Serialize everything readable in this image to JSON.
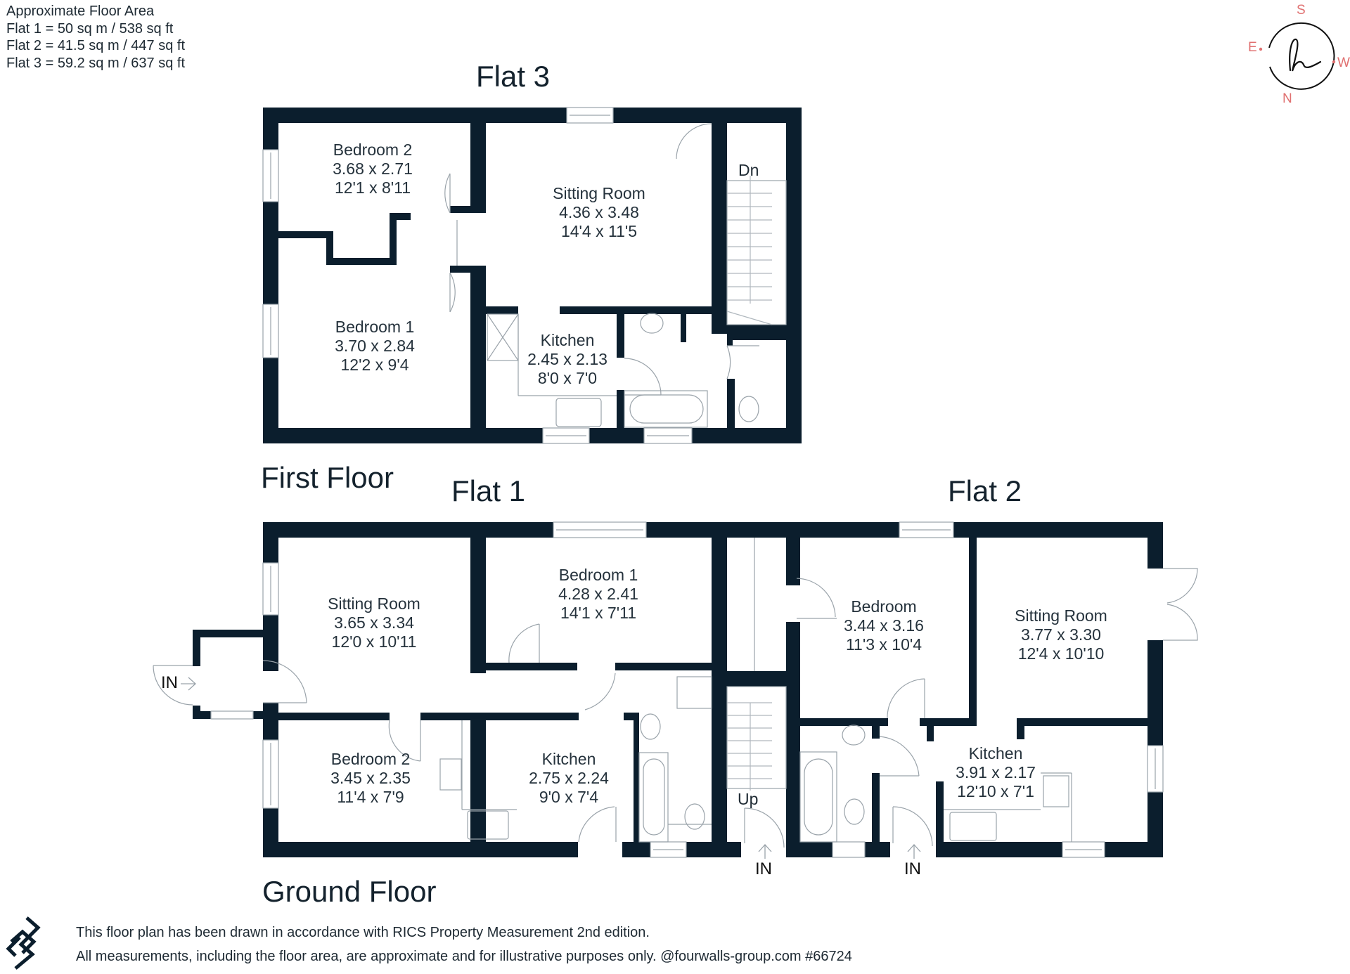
{
  "floor_area": {
    "heading": "Approximate Floor Area",
    "lines": [
      "Flat 1 = 50 sq m / 538 sq ft",
      "Flat 2 = 41.5 sq m / 447 sq ft",
      "Flat 3 = 59.2 sq m / 637 sq ft"
    ]
  },
  "compass": {
    "top": "S",
    "left": "E",
    "right": "W",
    "bottom": "N",
    "accent_color": "#e07070",
    "logo_glyph": "h"
  },
  "first_floor": {
    "label": "First Floor",
    "flat3": {
      "title": "Flat 3",
      "stairs_label": "Dn",
      "rooms": [
        {
          "name": "Bedroom 2",
          "metric": "3.68 x 2.71",
          "imperial": "12'1 x 8'11"
        },
        {
          "name": "Sitting Room",
          "metric": "4.36 x 3.48",
          "imperial": "14'4 x 11'5"
        },
        {
          "name": "Bedroom 1",
          "metric": "3.70 x 2.84",
          "imperial": "12'2 x 9'4"
        },
        {
          "name": "Kitchen",
          "metric": "2.45 x 2.13",
          "imperial": "8'0 x 7'0"
        }
      ]
    }
  },
  "ground_floor": {
    "label": "Ground Floor",
    "flat1": {
      "title": "Flat 1",
      "entrance_label": "IN",
      "rooms": [
        {
          "name": "Sitting Room",
          "metric": "3.65 x 3.34",
          "imperial": "12'0 x 10'11"
        },
        {
          "name": "Bedroom 1",
          "metric": "4.28 x 2.41",
          "imperial": "14'1 x 7'11"
        },
        {
          "name": "Bedroom 2",
          "metric": "3.45 x 2.35",
          "imperial": "11'4 x 7'9"
        },
        {
          "name": "Kitchen",
          "metric": "2.75 x 2.24",
          "imperial": "9'0 x 7'4"
        }
      ]
    },
    "flat2": {
      "title": "Flat 2",
      "stairs_label": "Up",
      "entrance_labels": [
        "IN",
        "IN"
      ],
      "rooms": [
        {
          "name": "Bedroom",
          "metric": "3.44 x 3.16",
          "imperial": "11'3 x 10'4"
        },
        {
          "name": "Sitting Room",
          "metric": "3.77 x 3.30",
          "imperial": "12'4 x 10'10"
        },
        {
          "name": "Kitchen",
          "metric": "3.91 x 2.17",
          "imperial": "12'10 x 7'1"
        }
      ]
    }
  },
  "footer": {
    "line1": "This floor plan has been drawn in accordance with RICS Property Measurement 2nd edition.",
    "line2": "All measurements, including the floor area, are approximate and for illustrative purposes only. @fourwalls-group.com #66724"
  },
  "colors": {
    "wall": "#0b1e2d",
    "fixture_line": "#9aa3aa",
    "text": "#25323c"
  }
}
